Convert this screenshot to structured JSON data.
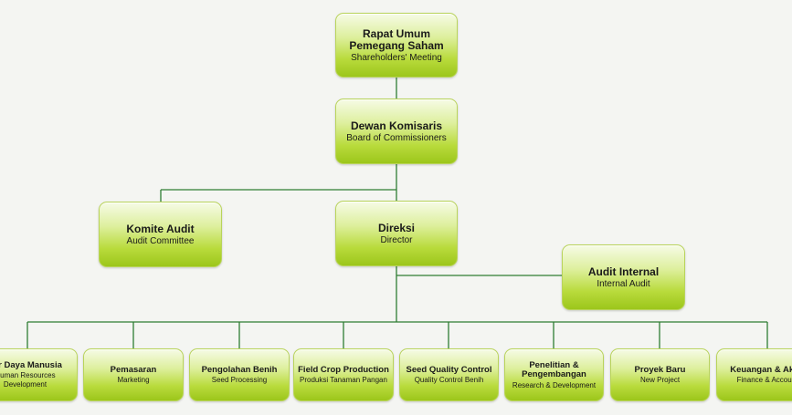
{
  "rups": {
    "title_line1": "Rapat Umum",
    "title_line2": "Pemegang Saham",
    "subtitle": "Shareholders' Meeting"
  },
  "komisaris": {
    "title": "Dewan Komisaris",
    "subtitle": "Board of Commissioners"
  },
  "komite_audit": {
    "title": "Komite Audit",
    "subtitle": "Audit Committee"
  },
  "direksi": {
    "title": "Direksi",
    "subtitle": "Director"
  },
  "audit_internal": {
    "title": "Audit Internal",
    "subtitle": "Internal Audit"
  },
  "departments": [
    {
      "title": "ber Daya Manusia",
      "sub1": "Human Resources",
      "sub2": "Development"
    },
    {
      "title": "Pemasaran",
      "sub1": "Marketing"
    },
    {
      "title": "Pengolahan Benih",
      "sub1": "Seed Processing"
    },
    {
      "title": "Field Crop Production",
      "sub1": "Produksi Tanaman Pangan"
    },
    {
      "title": "Seed Quality Control",
      "sub1": "Quality Control Benih"
    },
    {
      "title_line1": "Penelitian &",
      "title_line2": "Pengembangan",
      "sub1": "Research & Development"
    },
    {
      "title": "Proyek Baru",
      "sub1": "New Project"
    },
    {
      "title": "Keuangan & Akun",
      "sub1": "Finance & Account"
    }
  ],
  "colors": {
    "line": "#2e7d32",
    "box_top": "#f6fbe6",
    "box_bottom": "#9cc61b",
    "background": "#f4f5f2"
  }
}
